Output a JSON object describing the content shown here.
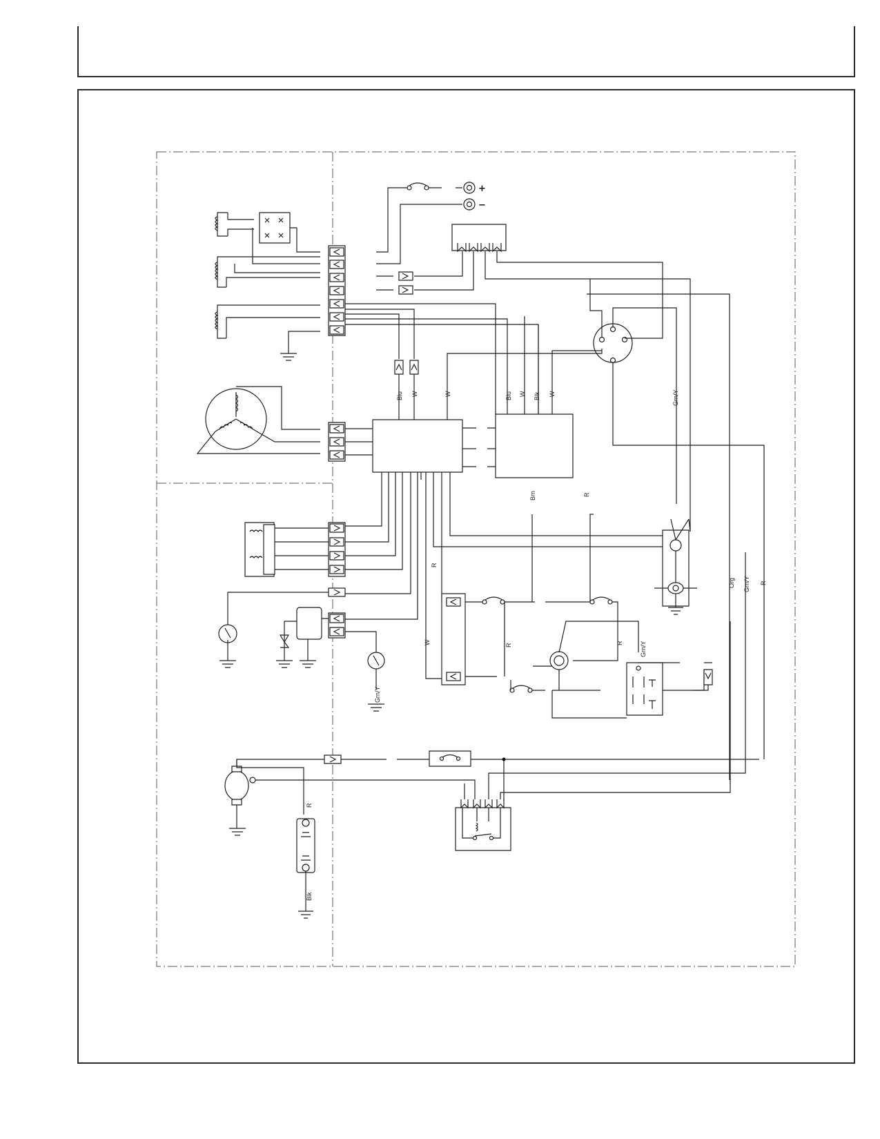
{
  "terminals": {
    "positive": "+",
    "negative": "−"
  },
  "wire_labels": {
    "blu_a": "Blu",
    "w_a": "W",
    "w_b": "W",
    "blu_b": "Blu",
    "w_c": "W",
    "blk_a": "Blk",
    "w_d": "W",
    "grn_y_a": "Grn/Y",
    "brn": "Brn",
    "r_a": "R",
    "r_b": "R",
    "org": "Org",
    "grn_y_b": "Grn/Y",
    "r_c": "R",
    "w_e": "W",
    "r_d": "R",
    "r_e": "R",
    "grn_y_c": "Grn/Y",
    "grn_y_d": "Grn/Y",
    "r_f": "R",
    "blk_b": "Blk"
  },
  "colors": {
    "line": "#1f1f1f",
    "frame": "#2a2a2a",
    "background": "#ffffff"
  }
}
